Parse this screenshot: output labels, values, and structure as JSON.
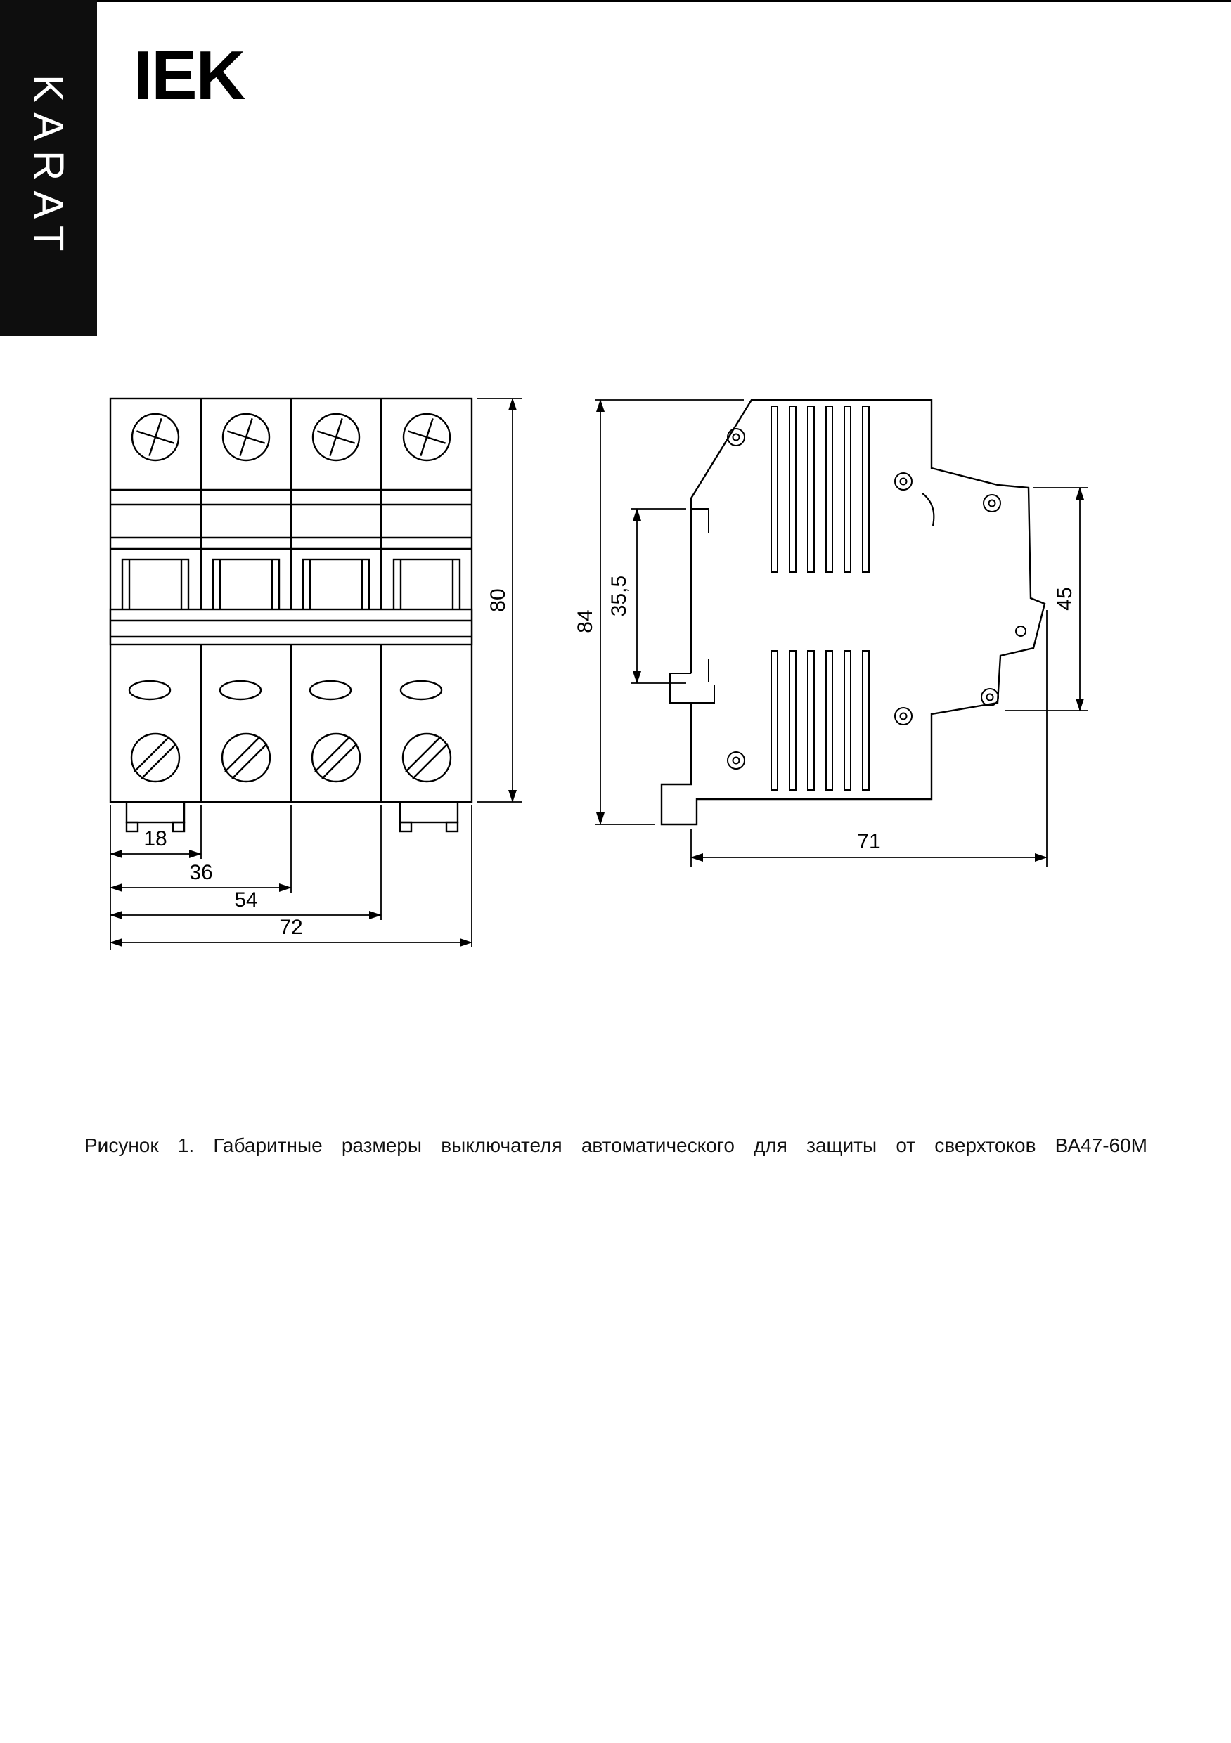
{
  "brand": {
    "spine_label": "KARAT",
    "logo_text": "IEK"
  },
  "drawing": {
    "front_view": {
      "dim_height_mm": "80",
      "dim_module_mm": "18",
      "dim_two_modules_mm": "36",
      "dim_three_modules_mm": "54",
      "dim_width_mm": "72"
    },
    "side_view": {
      "dim_height_mm": "84",
      "dim_din_recess_mm": "35,5",
      "dim_front_mm": "45",
      "dim_depth_mm": "71"
    }
  },
  "caption": {
    "text": "Рисунок 1. Габаритные размеры выключателя автоматического для защиты от сверхтоков ВА47-60М"
  }
}
